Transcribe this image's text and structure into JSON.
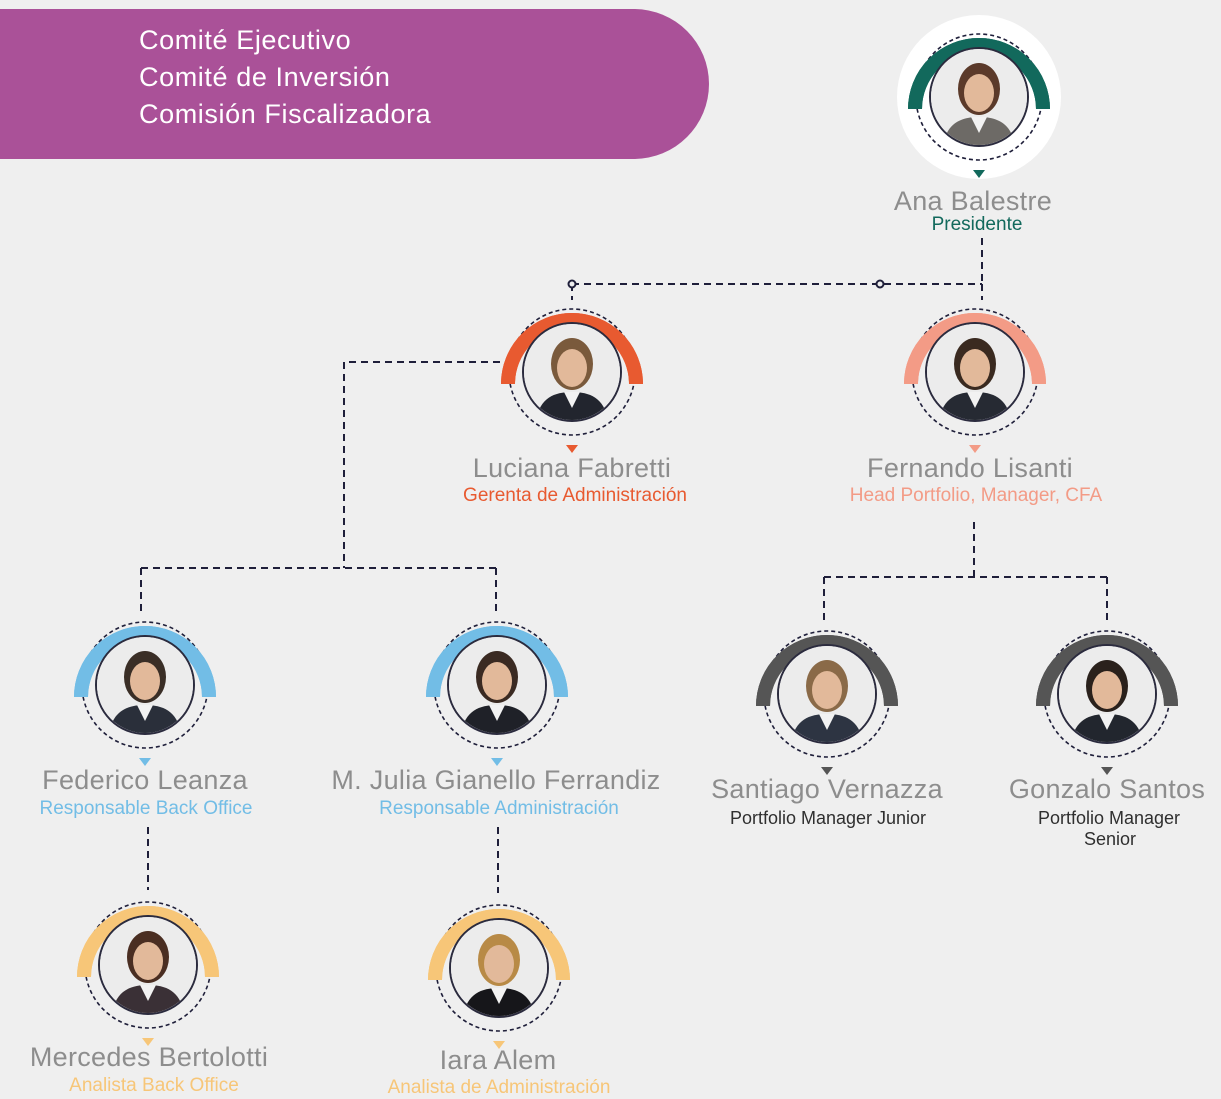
{
  "banner": {
    "lines": [
      "Comité Ejecutivo",
      "Comité de Inversión",
      "Comisión Fiscalizadora"
    ],
    "color": "#aa5198"
  },
  "people": {
    "ana": {
      "name": "Ana Balestre",
      "role": "Presidente",
      "color": "#12695c",
      "role_color": "#12695c"
    },
    "luciana": {
      "name": "Luciana Fabretti",
      "role": "Gerenta de Administración",
      "color": "#e85a30",
      "role_color": "#e85a30"
    },
    "fernando": {
      "name": "Fernando Lisanti",
      "role": "Head Portfolio, Manager, CFA",
      "color": "#f39b86",
      "role_color": "#f39b86"
    },
    "federico": {
      "name": "Federico Leanza",
      "role": "Responsable Back Office",
      "color": "#72bde6",
      "role_color": "#72bde6"
    },
    "julia": {
      "name": "M. Julia Gianello Ferrandiz",
      "role": "Responsable Administración",
      "color": "#72bde6",
      "role_color": "#72bde6"
    },
    "santiago": {
      "name": "Santiago Vernazza",
      "role": "Portfolio Manager Junior",
      "color": "#555555",
      "role_color": "#2f2f2f"
    },
    "gonzalo": {
      "name": "Gonzalo Santos",
      "role_line1": "Portfolio Manager",
      "role_line2": "Senior",
      "color": "#555555",
      "role_color": "#2f2f2f"
    },
    "mercedes": {
      "name": "Mercedes Bertolotti",
      "role": "Analista Back Office",
      "color": "#f7c678",
      "role_color": "#f7c678"
    },
    "iara": {
      "name": "Iara Alem",
      "role": "Analista de Administración",
      "color": "#f7c678",
      "role_color": "#f7c678"
    }
  },
  "connector_color": "#1f1f3a"
}
